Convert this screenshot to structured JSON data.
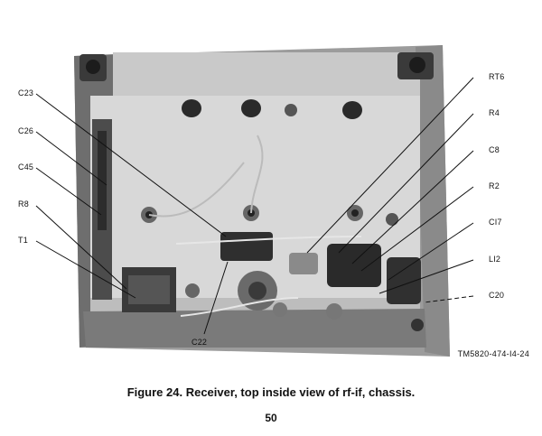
{
  "figure": {
    "callouts_left": [
      "C23",
      "C26",
      "C45",
      "R8",
      "T1"
    ],
    "callouts_right": [
      "RT6",
      "R4",
      "C8",
      "R2",
      "CI7",
      "LI2",
      "C20"
    ],
    "callout_bottom": "C22",
    "figure_number": "TM5820-474-I4-24",
    "caption": "Figure 24.  Receiver, top inside view of rf-if, chassis.",
    "page_number": "50"
  }
}
